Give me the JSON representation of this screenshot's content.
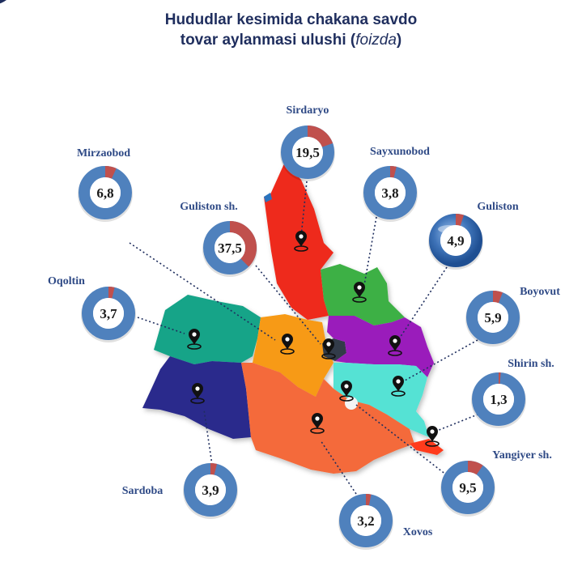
{
  "title": {
    "line1": "Hududlar kesimida chakana savdo",
    "line2_main": "tovar aylanmasi ulushi",
    "line2_open": " (",
    "line2_italic": "foizda",
    "line2_close": ")"
  },
  "colors": {
    "share": "#c0504d",
    "rest": "#4f81bd",
    "label": "#2f4a86",
    "title": "#1f2e5e"
  },
  "chart_data": {
    "type": "pie",
    "subtype": "donut-map",
    "unit": "%",
    "series": [
      {
        "name": "Sirdaryo",
        "label": "19,5",
        "value": 19.5
      },
      {
        "name": "Mirzaobod",
        "label": "6,8",
        "value": 6.8
      },
      {
        "name": "Sayxunobod",
        "label": "3,8",
        "value": 3.8
      },
      {
        "name": "Guliston sh.",
        "label": "37,5",
        "value": 37.5
      },
      {
        "name": "Guliston",
        "label": "4,9",
        "value": 4.9
      },
      {
        "name": "Oqoltin",
        "label": "3,7",
        "value": 3.7
      },
      {
        "name": "Boyovut",
        "label": "5,9",
        "value": 5.9
      },
      {
        "name": "Shirin sh.",
        "label": "1,3",
        "value": 1.3
      },
      {
        "name": "Yangiyer sh.",
        "label": "9,5",
        "value": 9.5
      },
      {
        "name": "Sardoba",
        "label": "3,9",
        "value": 3.9
      },
      {
        "name": "Xovos",
        "label": "3,2",
        "value": 3.2
      }
    ]
  }
}
